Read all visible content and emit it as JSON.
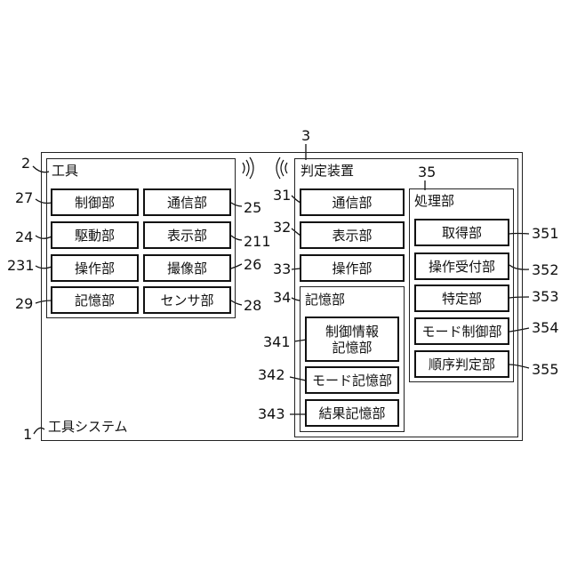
{
  "labels": {
    "system": "工具システム",
    "tool": "工具",
    "judge": "判定装置",
    "memory": "記憶部",
    "processing": "処理部"
  },
  "tool_blocks": {
    "control": "制御部",
    "comm": "通信部",
    "drive": "駆動部",
    "display": "表示部",
    "operation": "操作部",
    "imaging": "撮像部",
    "memory": "記憶部",
    "sensor": "センサ部"
  },
  "judge_blocks": {
    "comm": "通信部",
    "display": "表示部",
    "operation": "操作部"
  },
  "memory_blocks": {
    "control_info": "制御情報\n記憶部",
    "mode": "モード記憶部",
    "result": "結果記憶部"
  },
  "proc_blocks": {
    "acquire": "取得部",
    "op_accept": "操作受付部",
    "identify": "特定部",
    "mode_ctrl": "モード制御部",
    "order_judge": "順序判定部"
  },
  "refs": {
    "r1": "1",
    "r2": "2",
    "r3": "3",
    "r24": "24",
    "r25": "25",
    "r26": "26",
    "r27": "27",
    "r28": "28",
    "r29": "29",
    "r31": "31",
    "r32": "32",
    "r33": "33",
    "r34": "34",
    "r35": "35",
    "r211": "211",
    "r231": "231",
    "r341": "341",
    "r342": "342",
    "r343": "343",
    "r351": "351",
    "r352": "352",
    "r353": "353",
    "r354": "354",
    "r355": "355"
  }
}
